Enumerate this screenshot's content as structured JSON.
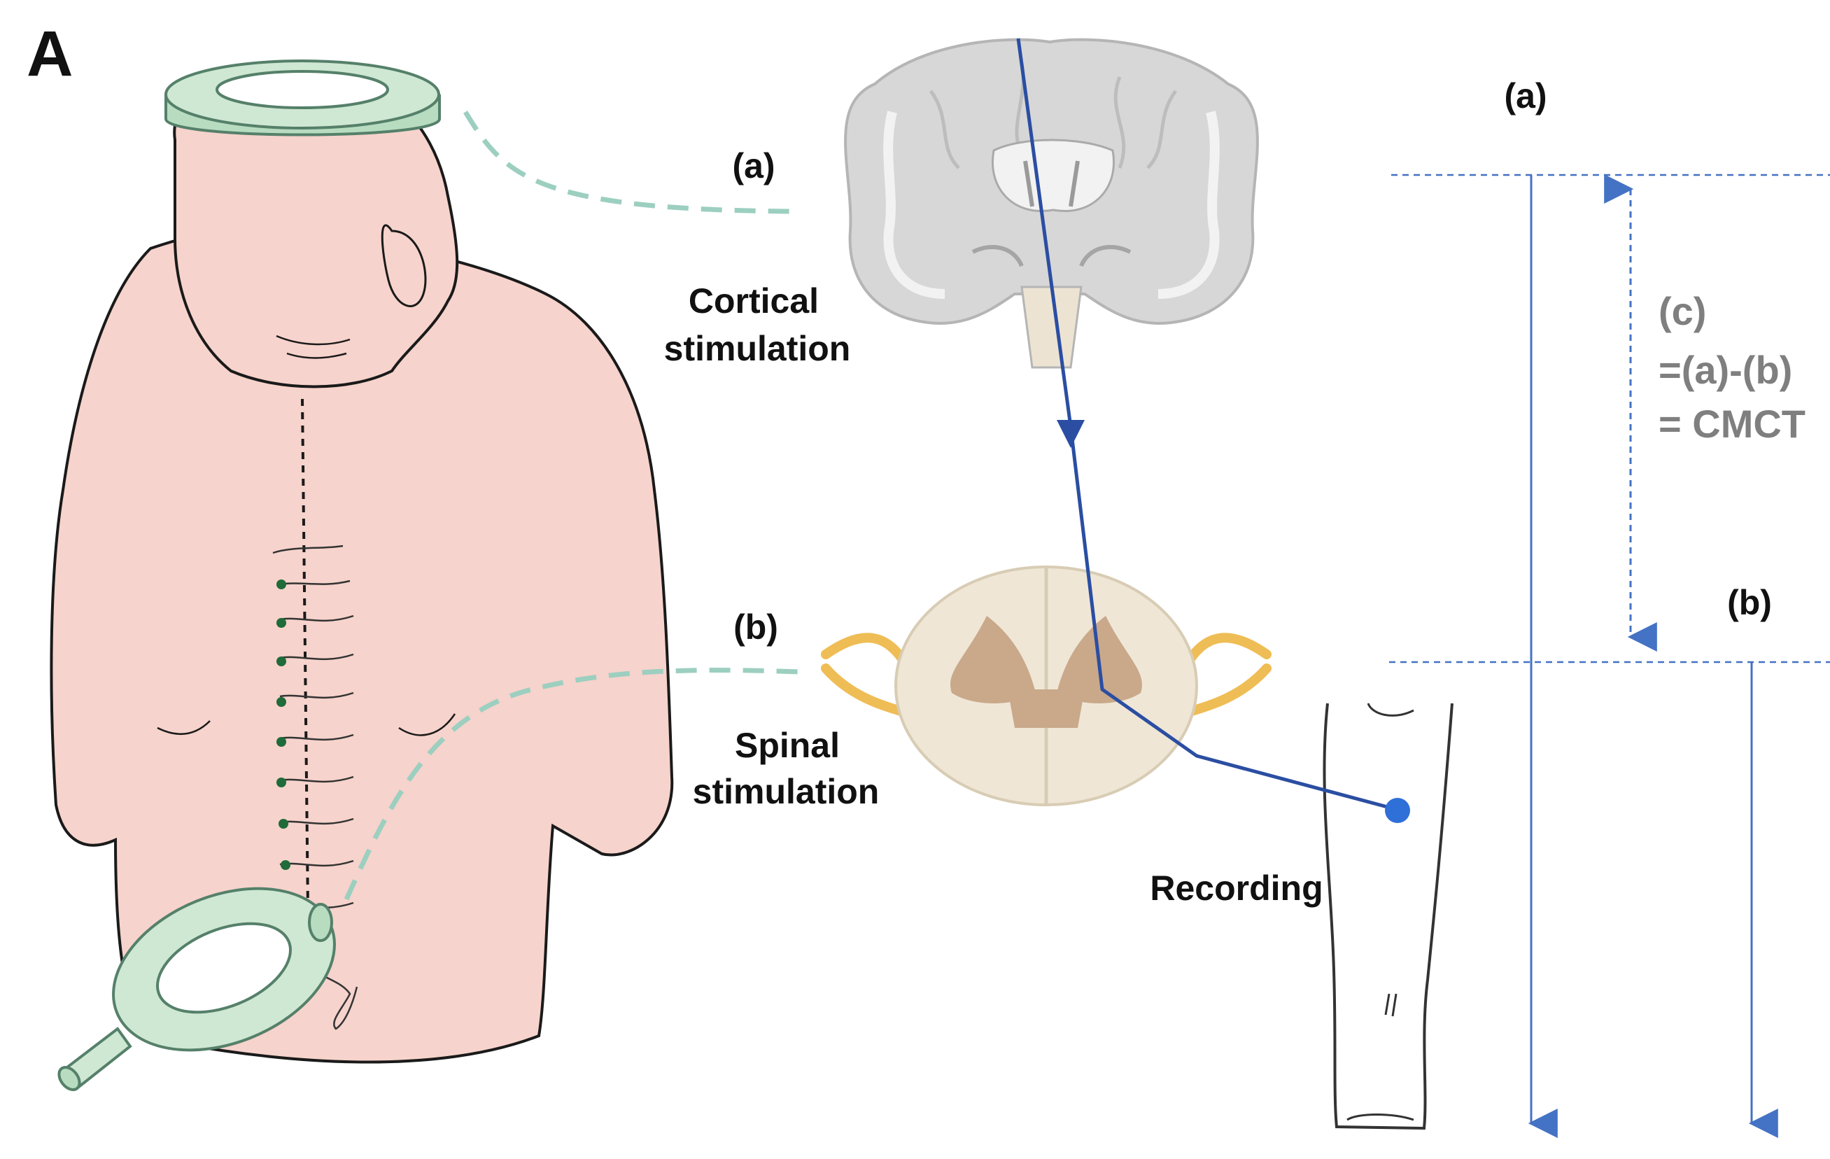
{
  "panel_label": "A",
  "left_labels": {
    "a": "(a)",
    "b": "(b)",
    "cortical_line1": "Cortical",
    "cortical_line2": "stimulation",
    "spinal_line1": "Spinal",
    "spinal_line2": "stimulation",
    "recording": "Recording"
  },
  "timing": {
    "a": "(a)",
    "b": "(b)",
    "c_line1": "(c)",
    "c_line2": "=(a)-(b)",
    "c_line3": "= CMCT"
  },
  "colors": {
    "skin": "#f6d3cc",
    "coil": "#cfe8d3",
    "coil_stroke": "#55806a",
    "dashed_connector": "#9ccfc0",
    "pathway": "#2b4ea2",
    "arrow": "#4472c4",
    "brain": "#d7d7d7",
    "cord_white": "#efe6d6",
    "cord_gray": "#c9a98a",
    "nerve": "#efbd55",
    "text_gray": "#7f7f7f"
  }
}
